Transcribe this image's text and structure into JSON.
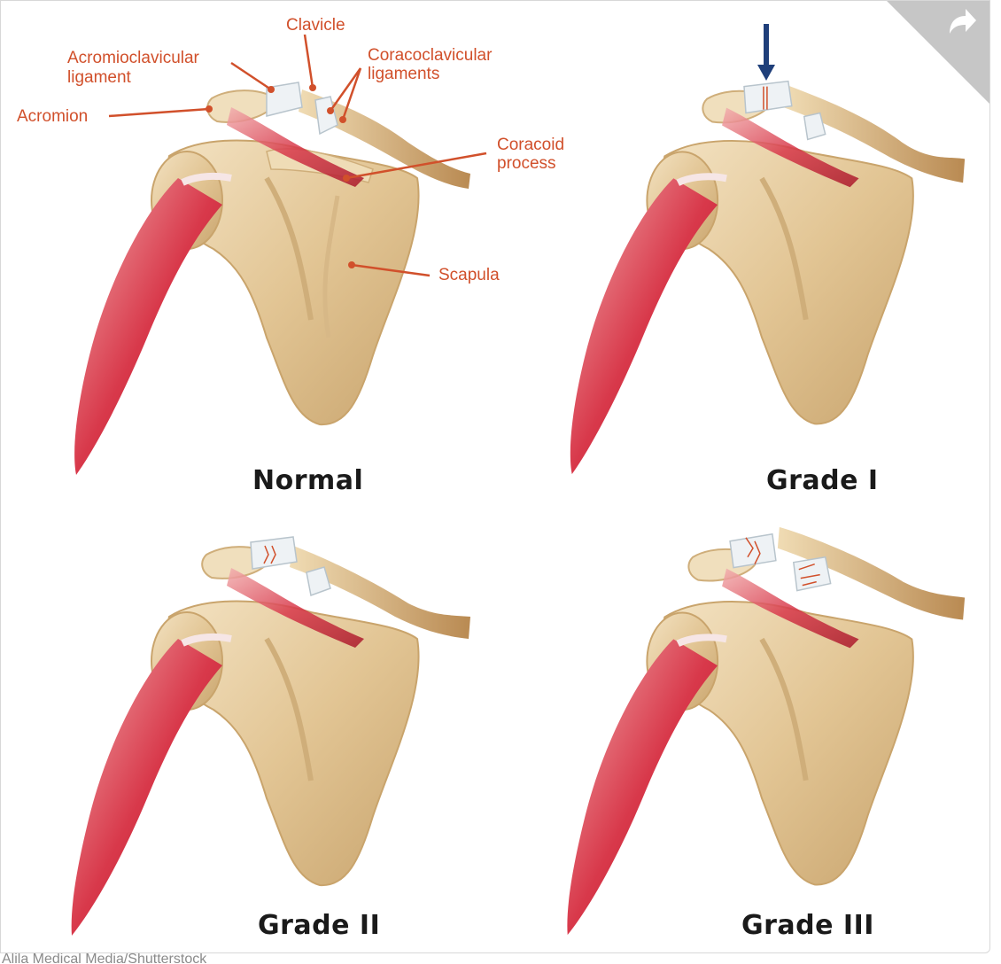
{
  "panels": [
    {
      "title": "Normal"
    },
    {
      "title": "Grade I"
    },
    {
      "title": "Grade II"
    },
    {
      "title": "Grade III"
    }
  ],
  "labels": {
    "clavicle": "Clavicle",
    "ac_ligament_line1": "Acromioclavicular",
    "ac_ligament_line2": "ligament",
    "cc_ligaments_line1": "Coracoclavicular",
    "cc_ligaments_line2": "ligaments",
    "acromion": "Acromion",
    "coracoid_line1": "Coracoid",
    "coracoid_line2": "process",
    "scapula": "Scapula"
  },
  "credit": "Alila Medical Media/Shutterstock",
  "colors": {
    "label_orange": "#d1502b",
    "bone": "#e4c99a",
    "muscle": "#d8384a",
    "arrow_blue": "#1f3f7a",
    "corner_gray": "#c6c6c6"
  },
  "icons": [
    "share-icon",
    "down-arrow-icon"
  ]
}
